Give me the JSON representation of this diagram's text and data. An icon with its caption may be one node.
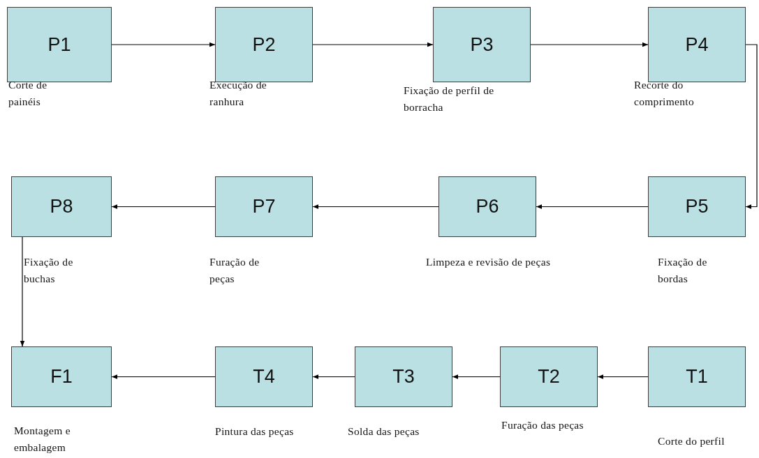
{
  "diagram": {
    "nodes": [
      {
        "text": [
          "P1"
        ],
        "beside": [
          "Corte de painéis"
        ]
      },
      {
        "text": [
          "P2"
        ],
        "beside": [
          "Execução de ranhura"
        ]
      },
      {
        "text": [
          "P3"
        ],
        "beside": [
          "Fixação de perfil de borracha"
        ]
      },
      {
        "text": [
          "P4"
        ],
        "beside": [
          "Recorte do comprimento"
        ]
      },
      {
        "text": [
          "P8"
        ],
        "beside": [
          "Fixação de buchas"
        ]
      },
      {
        "text": [
          "P7"
        ],
        "beside": [
          "Furação de peças"
        ]
      },
      {
        "text": [
          "P6"
        ],
        "beside": [
          "Limpeza e revisão de peças"
        ]
      },
      {
        "text": [
          "P5"
        ],
        "beside": [
          "Fixação de bordas"
        ]
      },
      {
        "text": [
          "F1"
        ],
        "beside": [
          "Montagem e embalagem"
        ]
      },
      {
        "text": [
          "T4"
        ],
        "beside": [
          "Pintura das peças"
        ]
      },
      {
        "text": [
          "T3"
        ],
        "beside": [
          "Solda das peças"
        ]
      },
      {
        "text": [
          "T2"
        ],
        "beside": [
          "Furação das peças"
        ]
      },
      {
        "text": [
          "T1"
        ],
        "beside": [
          "Corte do perfil"
        ]
      }
    ],
    "edges": [
      {
        "from": 0,
        "to": 1,
        "arrow": "to"
      },
      {
        "from": 1,
        "to": 2,
        "arrow": "to"
      },
      {
        "from": 2,
        "to": 3,
        "arrow": "to"
      },
      {
        "from": 3,
        "to": 7,
        "arrow": "to"
      },
      {
        "from": 7,
        "to": 6,
        "arrow": "to"
      },
      {
        "from": 6,
        "to": 5,
        "arrow": "to"
      },
      {
        "from": 5,
        "to": 4,
        "arrow": "to"
      },
      {
        "from": 4,
        "to": 8,
        "arrow": "to"
      },
      {
        "from": 12,
        "to": 11,
        "arrow": "to"
      },
      {
        "from": 11,
        "to": 10,
        "arrow": "to"
      },
      {
        "from": 10,
        "to": 9,
        "arrow": "to"
      },
      {
        "from": 9,
        "to": 8,
        "arrow": "to"
      }
    ]
  }
}
